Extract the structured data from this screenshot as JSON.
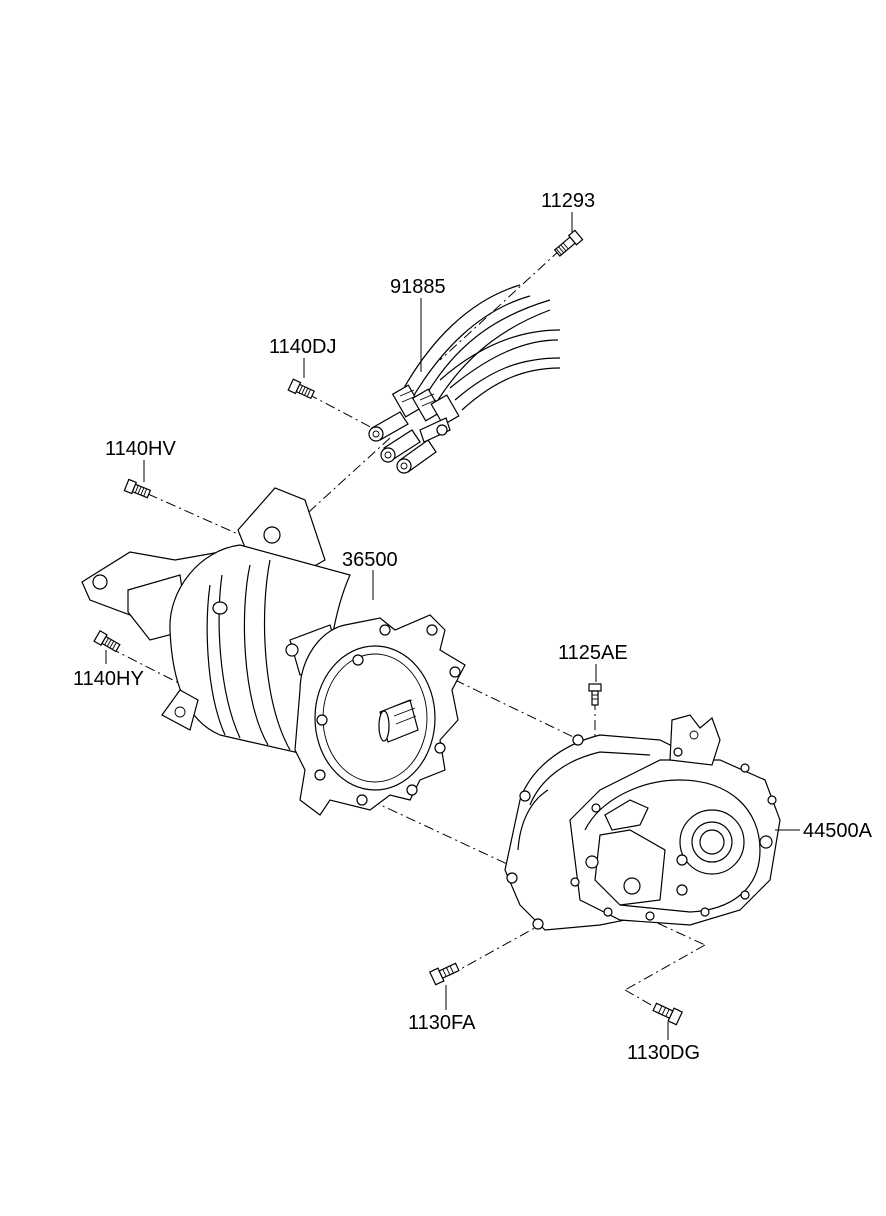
{
  "labels": {
    "bolt_11293": "11293",
    "cable_91885": "91885",
    "bolt_1140DJ": "1140DJ",
    "bolt_1140HV": "1140HV",
    "motor_36500": "36500",
    "bolt_1140HY": "1140HY",
    "bolt_1125AE": "1125AE",
    "transaxle_44500A": "44500A",
    "bolt_1130FA": "1130FA",
    "bolt_1130DG": "1130DG"
  }
}
